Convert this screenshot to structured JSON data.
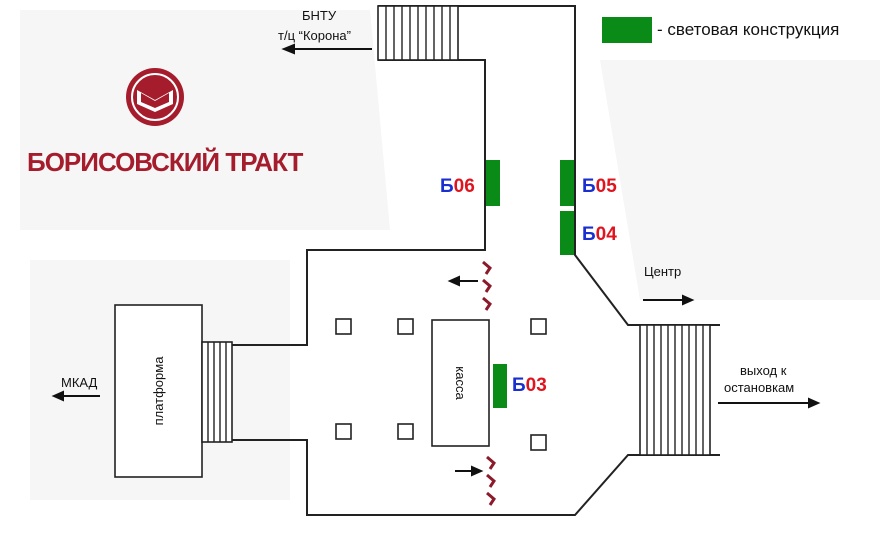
{
  "brand": {
    "name": "БОРИСОВСКИЙ ТРАКТ",
    "color": "#a51d2d",
    "logo": "book-in-circle-logo"
  },
  "legend": {
    "swatch_color": "#0a8a17",
    "text": "- световая конструкция"
  },
  "labels": {
    "bntu": "БНТУ",
    "korona": "т/ц “Корона”",
    "centr": "Центр",
    "exit_line1": "выход к",
    "exit_line2": "остановкам",
    "mkad": "МКАД",
    "platform": "платформа",
    "kassa": "касса"
  },
  "structures": [
    {
      "id": "b06",
      "prefix": "Б",
      "number": "06"
    },
    {
      "id": "b05",
      "prefix": "Б",
      "number": "05"
    },
    {
      "id": "b04",
      "prefix": "Б",
      "number": "04"
    },
    {
      "id": "b03",
      "prefix": "Б",
      "number": "03"
    }
  ],
  "colors": {
    "prefix": "#1a2fd0",
    "number": "#e0141e",
    "turnstile": "#8b1a2b",
    "structure": "#0a8a17"
  }
}
